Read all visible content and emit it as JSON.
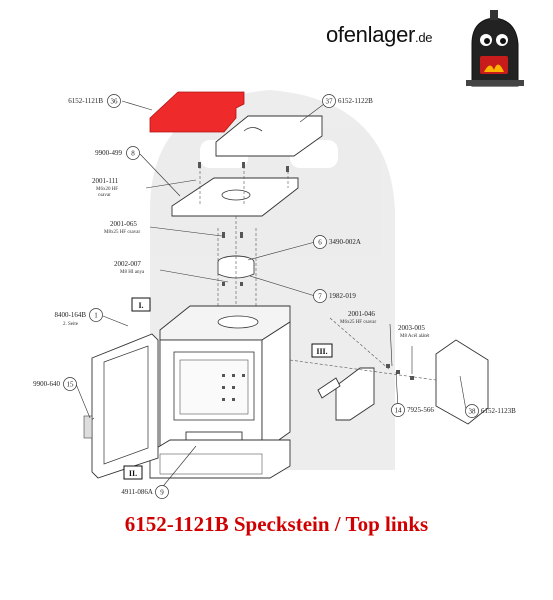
{
  "logo": {
    "name": "ofenlager",
    "tld": ".de"
  },
  "caption": "6152-1121B Speckstein / Top links",
  "colors": {
    "highlight": "#ef2a2a",
    "caption": "#d10000"
  },
  "callouts": [
    {
      "num": "36",
      "code": "6152-1121B"
    },
    {
      "num": "37",
      "code": "6152-1122B"
    },
    {
      "num": "8",
      "code": "9900-499"
    },
    {
      "num": "6",
      "code": "3490-002A"
    },
    {
      "num": "7",
      "code": "1982-019"
    },
    {
      "num": "1",
      "code": "8400-164B",
      "sub": "2. Seite"
    },
    {
      "num": "15",
      "code": "9900-640"
    },
    {
      "num": "14",
      "code": "7925-566"
    },
    {
      "num": "38",
      "code": "6152-1123B"
    },
    {
      "num": "9",
      "code": "4911-086A"
    }
  ],
  "fasteners": [
    {
      "code": "2001-111",
      "spec": "M6x20 HF",
      "spec2": "csavar"
    },
    {
      "code": "2001-065",
      "spec": "M8x25 HF csavar"
    },
    {
      "code": "2002-007",
      "spec": "M8 HI anya"
    },
    {
      "code": "2001-046",
      "spec": "M6x25 HF csavar"
    },
    {
      "code": "2003-005",
      "spec": "M8 Acél alátét"
    }
  ],
  "section_marks": [
    "I.",
    "II.",
    "III."
  ]
}
